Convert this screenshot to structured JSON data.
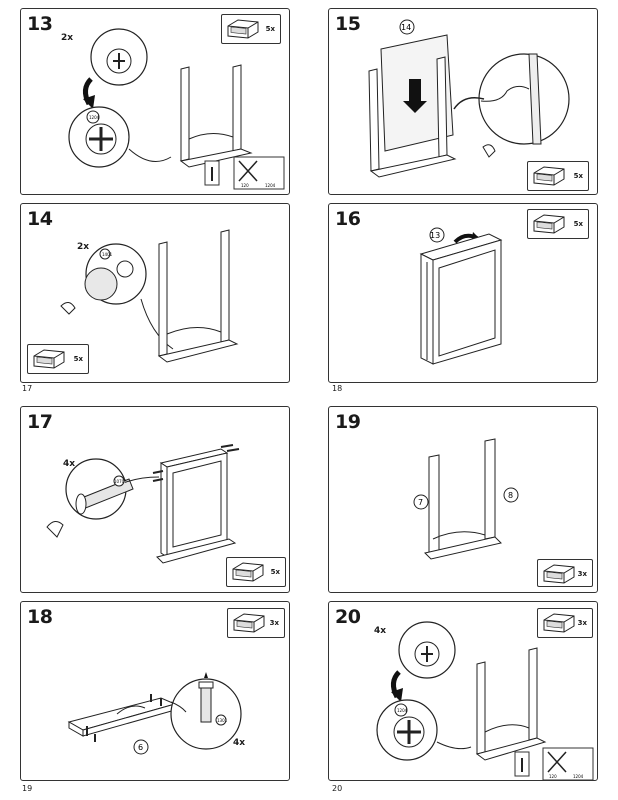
{
  "steps": [
    {
      "number": "13",
      "multiplier": "2x",
      "drawer_count": "5x",
      "part_codes": [
        "120",
        "1204",
        "1204"
      ]
    },
    {
      "number": "15",
      "part_label": "14",
      "drawer_count": "5x"
    },
    {
      "number": "14",
      "multiplier": "2x",
      "drawer_count": "5x",
      "part_codes": [
        "1401"
      ]
    },
    {
      "number": "16",
      "part_label": "13",
      "drawer_count": "5x"
    },
    {
      "number": "17",
      "multiplier": "4x",
      "drawer_count": "5x",
      "part_codes": [
        "10701"
      ]
    },
    {
      "number": "19",
      "part_labels": [
        "7",
        "8"
      ],
      "drawer_count": "3x"
    },
    {
      "number": "18",
      "multiplier": "4x",
      "drawer_count": "3x",
      "part_label": "6",
      "part_codes": [
        "1301"
      ]
    },
    {
      "number": "20",
      "multiplier": "4x",
      "drawer_count": "3x",
      "part_codes": [
        "1204",
        "120",
        "1204"
      ]
    }
  ],
  "page_numbers": [
    "17",
    "18",
    "19",
    "20"
  ],
  "icons": [
    "drawer-icon",
    "hammer-icon",
    "no-hammer-icon",
    "hand-icon",
    "down-arrow-icon",
    "rotate-arrow-icon"
  ]
}
